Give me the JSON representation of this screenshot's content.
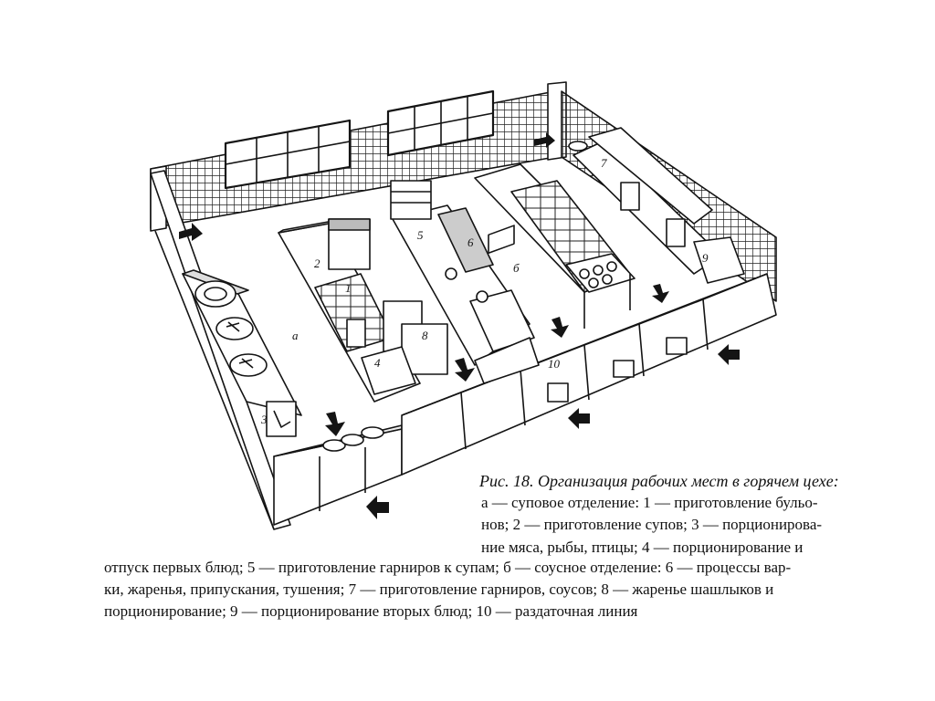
{
  "figure": {
    "labels": {
      "a": "а",
      "b": "б",
      "n1": "1",
      "n2": "2",
      "n3": "3",
      "n4": "4",
      "n5": "5",
      "n6": "6",
      "n7": "7",
      "n8": "8",
      "n9": "9",
      "n10": "10"
    }
  },
  "caption": {
    "title": "Рис. 18. Организация рабочих мест в горячем цехе:",
    "lines": [
      "а — суповое отделение: 1 — приготовление бульо-",
      "нов; 2 — приготовление супов; 3 — порционирова-",
      "ние мяса, рыбы, птицы; 4 — порционирование и",
      "отпуск первых блюд; 5 — приготовление гарниров к супам; б — соусное отделение: 6 — процессы вар-",
      "ки, жаренья, припускания, тушения; 7 — приготовление гарниров, соусов; 8 — жаренье шашлыков и",
      "порционирование; 9 — порционирование вторых блюд; 10 — раздаточная линия"
    ]
  },
  "colors": {
    "ink": "#141414",
    "paper": "#ffffff",
    "shade": "#6e6e6e"
  }
}
